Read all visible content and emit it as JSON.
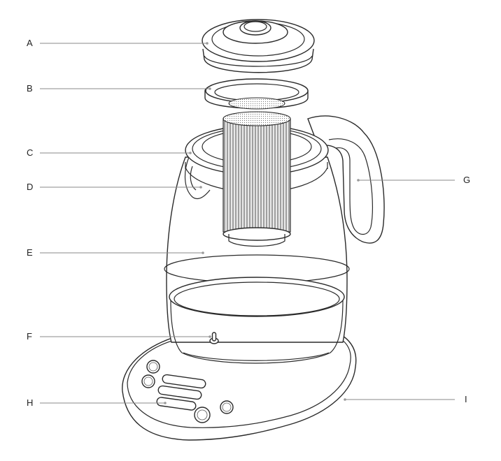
{
  "labels": [
    "A",
    "B",
    "C",
    "D",
    "E",
    "F",
    "G",
    "H",
    "I"
  ],
  "colors": {
    "outline": "#2a2a2a",
    "leader": "#888888",
    "filter": "#c8c8c8"
  }
}
